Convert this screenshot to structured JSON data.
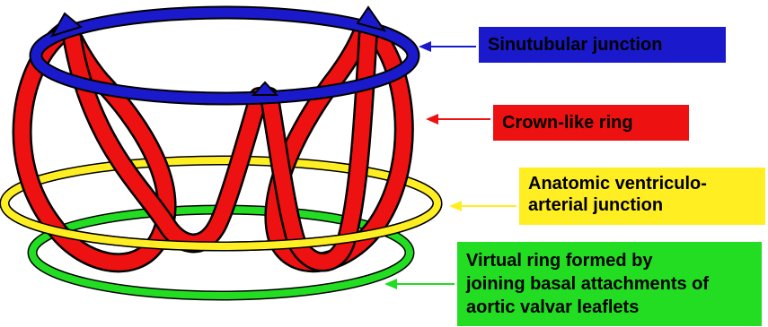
{
  "labels": {
    "stj": "Sinutubular junction",
    "crown": "Crown-like ring",
    "vaj_line1": "Anatomic ventriculo-",
    "vaj_line2": "arterial junction",
    "virtual_line1": "Virtual ring formed by",
    "virtual_line2": "joining basal attachments of",
    "virtual_line3": "aortic valvar leaflets"
  },
  "colors": {
    "stj": "#1a1acc",
    "crown": "#ee1111",
    "vaj": "#ffee22",
    "virtual": "#22dd22",
    "outline": "#000000"
  }
}
